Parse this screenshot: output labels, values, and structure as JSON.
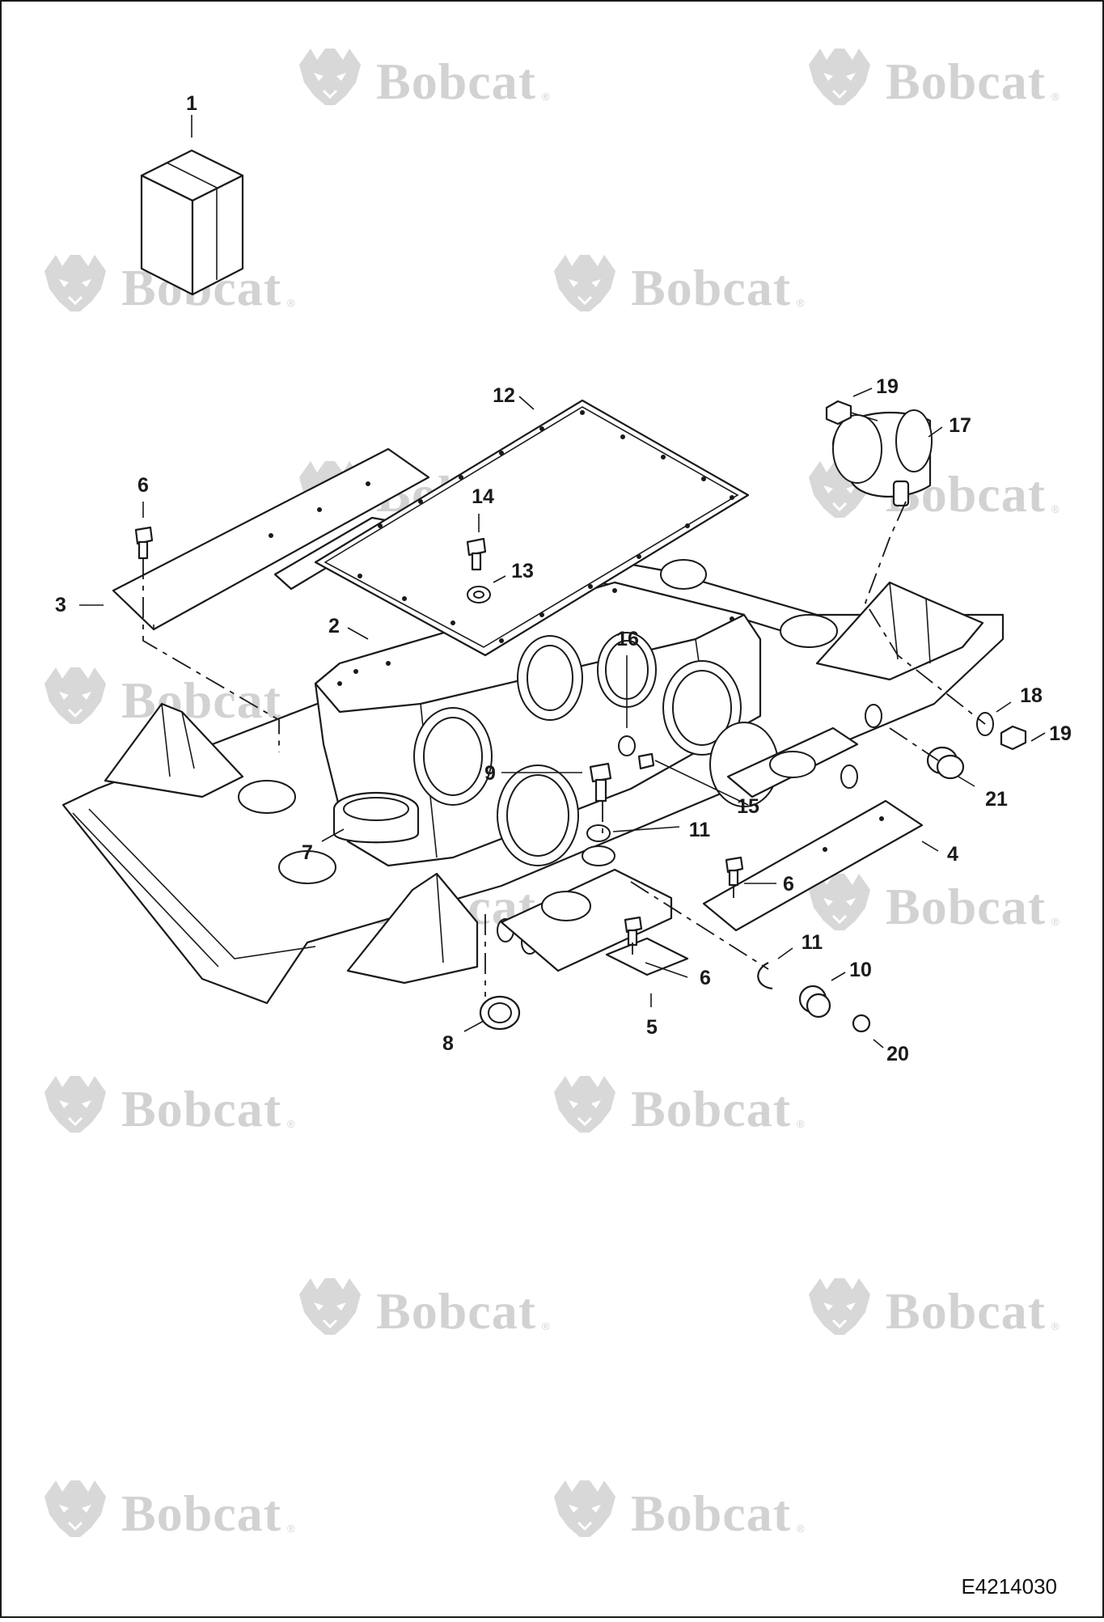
{
  "watermark": {
    "brand": "Bobcat",
    "mark": "®",
    "color": "#d2d2d2"
  },
  "drawing": {
    "reference": "E4214030"
  },
  "callouts": [
    {
      "key": "c1",
      "label": "1"
    },
    {
      "key": "c2",
      "label": "2"
    },
    {
      "key": "c3",
      "label": "3"
    },
    {
      "key": "c4",
      "label": "4"
    },
    {
      "key": "c5",
      "label": "5"
    },
    {
      "key": "c6a",
      "label": "6"
    },
    {
      "key": "c6b",
      "label": "6"
    },
    {
      "key": "c6c",
      "label": "6"
    },
    {
      "key": "c7",
      "label": "7"
    },
    {
      "key": "c8",
      "label": "8"
    },
    {
      "key": "c9",
      "label": "9"
    },
    {
      "key": "c10",
      "label": "10"
    },
    {
      "key": "c11a",
      "label": "11"
    },
    {
      "key": "c11b",
      "label": "11"
    },
    {
      "key": "c12",
      "label": "12"
    },
    {
      "key": "c13",
      "label": "13"
    },
    {
      "key": "c14",
      "label": "14"
    },
    {
      "key": "c15",
      "label": "15"
    },
    {
      "key": "c16",
      "label": "16"
    },
    {
      "key": "c17",
      "label": "17"
    },
    {
      "key": "c18",
      "label": "18"
    },
    {
      "key": "c19a",
      "label": "19"
    },
    {
      "key": "c19b",
      "label": "19"
    },
    {
      "key": "c20",
      "label": "20"
    },
    {
      "key": "c21",
      "label": "21"
    }
  ]
}
